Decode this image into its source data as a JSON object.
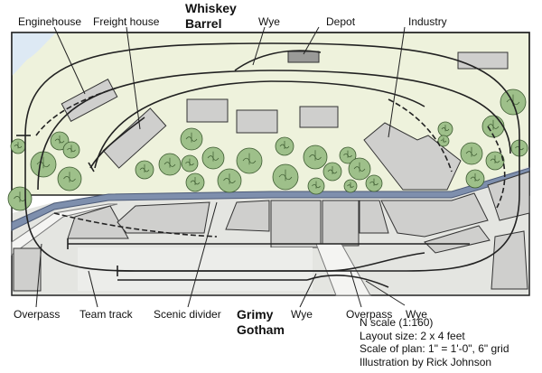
{
  "labels": {
    "enginehouse": "Enginehouse",
    "freight_house": "Freight house",
    "town_top_line1": "Whiskey",
    "town_top_line2": "Barrel",
    "wye_top": "Wye",
    "depot": "Depot",
    "industry": "Industry",
    "overpass_left": "Overpass",
    "team_track": "Team track",
    "scenic_divider": "Scenic divider",
    "town_bottom_line1": "Grimy",
    "town_bottom_line2": "Gotham",
    "wye_bottom": "Wye",
    "overpass_bottom": "Overpass",
    "wye_bottom_right": "Wye"
  },
  "info": {
    "scale": "N scale (1:160)",
    "layout_size": "Layout size: 2 x 4 feet",
    "plan_scale": "Scale of plan: 1\" = 1'-0\", 6\" grid",
    "credit": "Illustration by Rick Johnson"
  },
  "colors": {
    "upper_ground": "#eef2dc",
    "lower_ground": "#e4e5e1",
    "building": "#cfcfcd",
    "tree": "#9ec08a",
    "water": "#dde9f4",
    "divider": "#6f7f9c",
    "track": "#222222"
  }
}
